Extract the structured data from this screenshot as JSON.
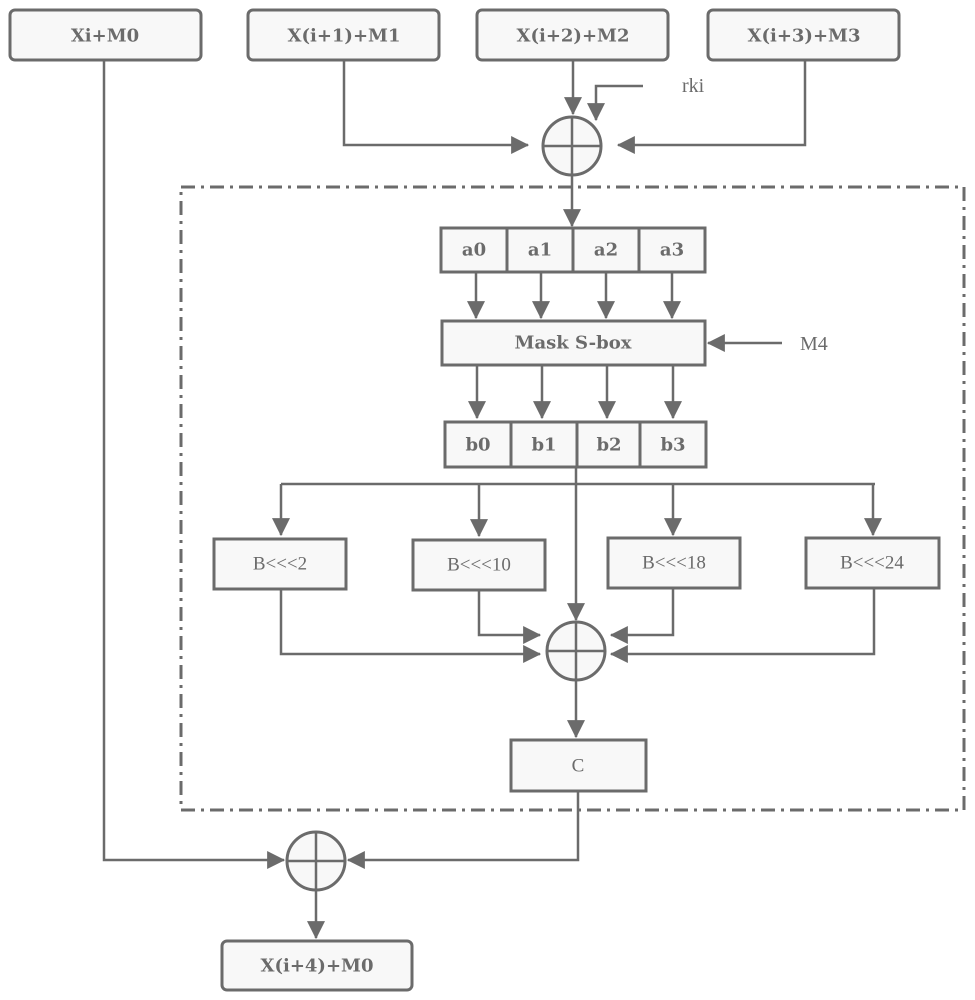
{
  "diagram": {
    "inputs": {
      "x0": "Xi+M0",
      "x1": "X(i+1)+M1",
      "x2": "X(i+2)+M2",
      "x3": "X(i+3)+M3"
    },
    "round_key_label": "rki",
    "a_cells": [
      "a0",
      "a1",
      "a2",
      "a3"
    ],
    "sbox_label": "Mask S-box",
    "mask_label": "M4",
    "b_cells": [
      "b0",
      "b1",
      "b2",
      "b3"
    ],
    "rotations": [
      "B<<<2",
      "B<<<10",
      "B<<<18",
      "B<<<24"
    ],
    "c_label": "C",
    "output": "X(i+4)+M0",
    "colors": {
      "stroke": "#6b6b6b",
      "fill": "#f8f8f8"
    }
  }
}
